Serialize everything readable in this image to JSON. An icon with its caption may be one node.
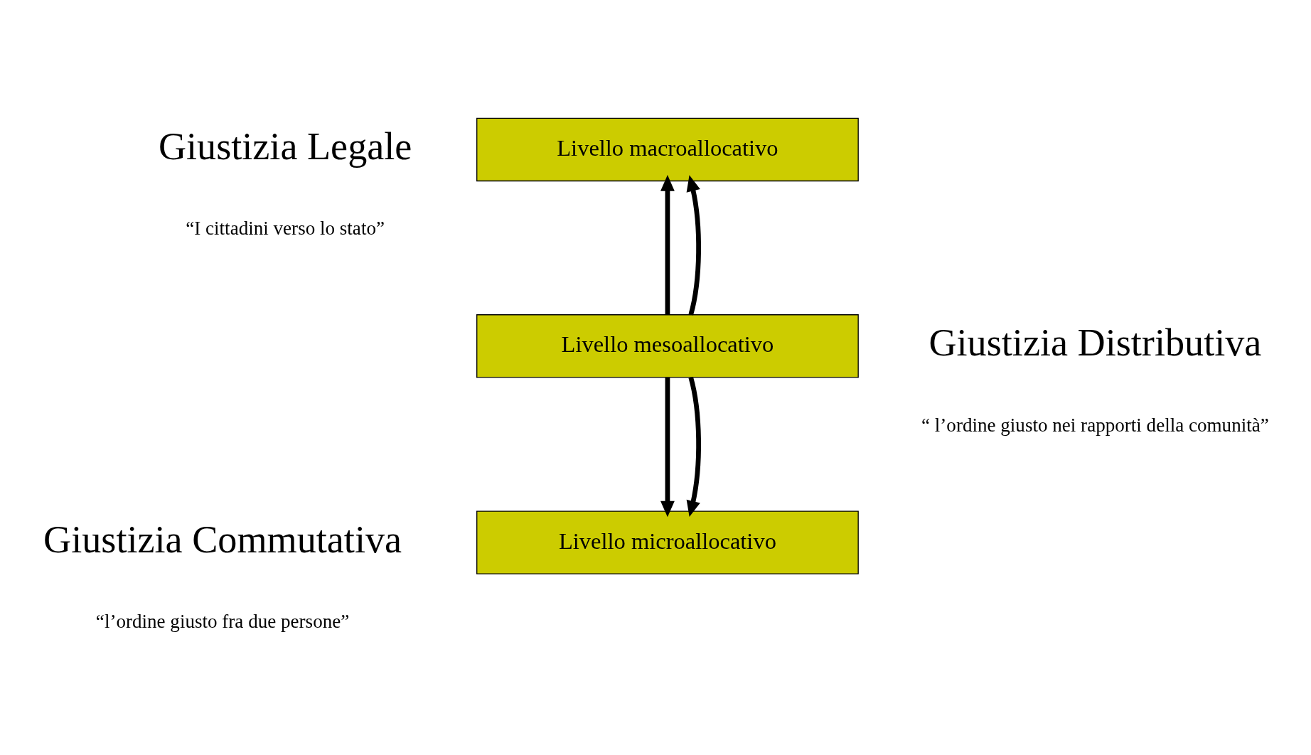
{
  "diagram": {
    "nodes": [
      {
        "text": [
          "Livello macroallocativo"
        ]
      },
      {
        "text": [
          "Livello mesoallocativo"
        ]
      },
      {
        "text": [
          "Livello microallocativo"
        ]
      }
    ],
    "edges": [
      {
        "from": 1,
        "to": 0,
        "arrow": "to"
      },
      {
        "from": 1,
        "to": 2,
        "arrow": "to"
      },
      {
        "from": 1,
        "to": 0,
        "arrow": "to"
      },
      {
        "from": 1,
        "to": 2,
        "arrow": "to"
      }
    ],
    "labels": [
      "Giustizia Legale",
      "“I cittadini verso lo stato”",
      "Giustizia Distributiva",
      "“ l’ordine giusto nei rapporti della comunità”",
      "Giustizia Commutativa",
      "“l’ordine giusto fra due persone”"
    ]
  }
}
